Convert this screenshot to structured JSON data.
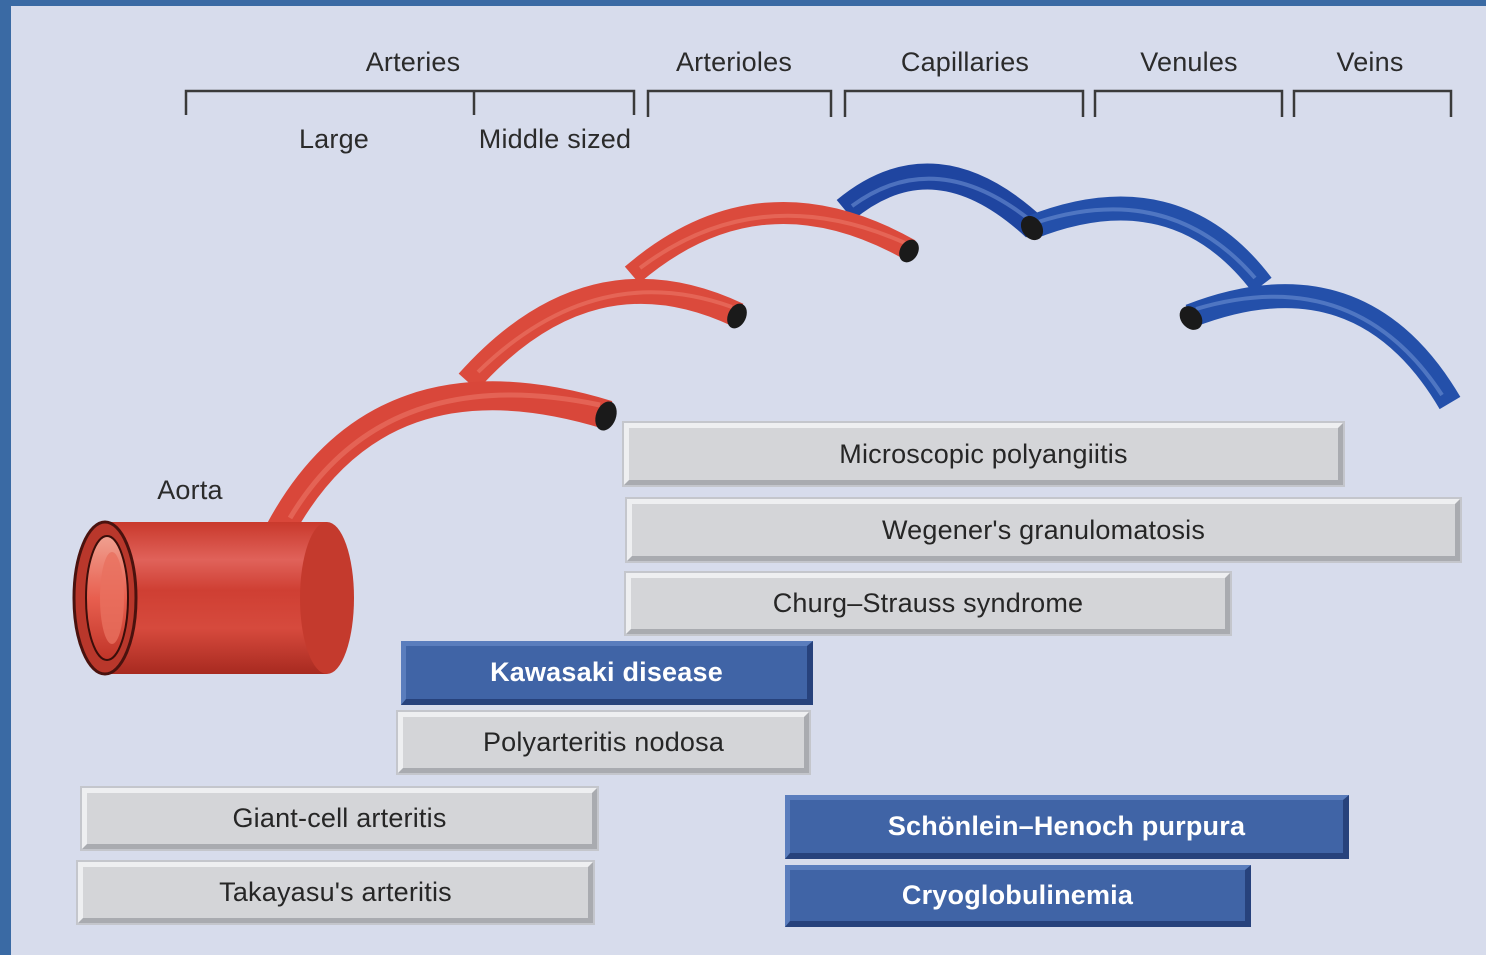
{
  "headers": {
    "arteries": "Arteries",
    "arterioles": "Arterioles",
    "capillaries": "Capillaries",
    "venules": "Venules",
    "veins": "Veins",
    "large": "Large",
    "middle_sized": "Middle sized"
  },
  "aorta_label": "Aorta",
  "diseases": {
    "microscopic_polyangiitis": "Microscopic polyangiitis",
    "wegeners_granulomatosis": "Wegener's granulomatosis",
    "churg_strauss": "Churg–Strauss syndrome",
    "kawasaki": "Kawasaki disease",
    "polyarteritis_nodosa": "Polyarteritis nodosa",
    "giant_cell_arteritis": "Giant-cell arteritis",
    "takayasu": "Takayasu's arteritis",
    "schonlein_henoch": "Schönlein–Henoch purpura",
    "cryoglobulinemia": "Cryoglobulinemia"
  },
  "colors": {
    "artery_red": "#d9473a",
    "vein_blue": "#2c56b3",
    "grey_box": "#d4d5d8",
    "blue_box": "#4064a6",
    "background": "#d7dcec",
    "frame": "#3a6aa4"
  }
}
